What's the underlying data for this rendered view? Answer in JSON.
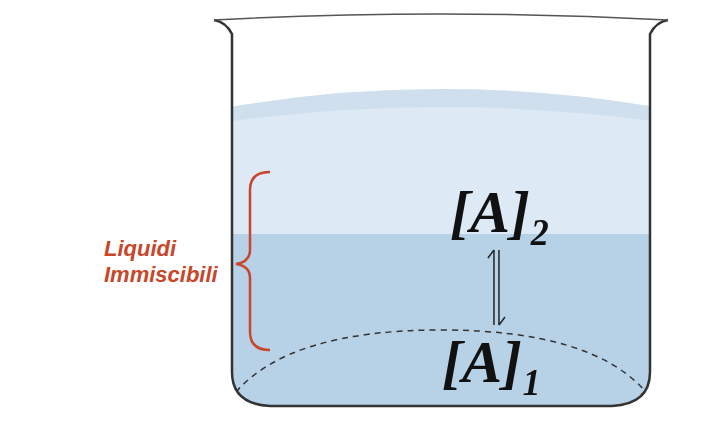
{
  "diagram": {
    "nodes": [
      {
        "text": [
          "[A]₂"
        ]
      },
      {
        "text": [
          "[A]₁"
        ]
      }
    ],
    "edges": [
      {
        "from": 0,
        "to": 1,
        "arrow": "both"
      }
    ],
    "labels": [
      "Liquidi Immiscibili"
    ]
  }
}
